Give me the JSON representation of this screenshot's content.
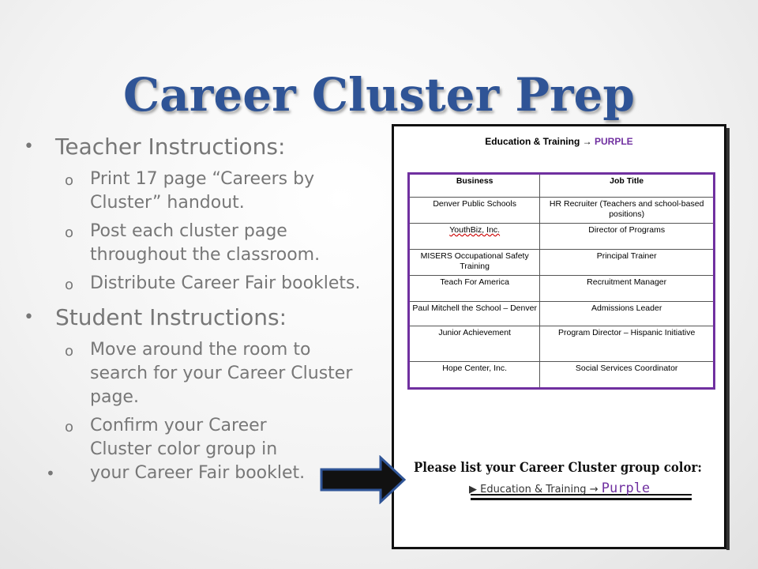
{
  "slide": {
    "title": "Career Cluster Prep",
    "teacher_heading": "Teacher Instructions:",
    "teacher_items": [
      "Print 17 page “Careers by Cluster” handout.",
      "Post each cluster page throughout the classroom.",
      "Distribute Career Fair booklets."
    ],
    "student_heading": "Student Instructions:",
    "student_items": [
      "Move around the room to search for your Career Cluster page.",
      "Confirm your Career Cluster color group in"
    ],
    "extra_bullet": "your Career Fair booklet.",
    "bullet_glyph": "•",
    "sub_bullet_glyph": "o",
    "text_color": "#777777",
    "title_color": "#2f5496"
  },
  "document": {
    "title_text": "Education & Training",
    "title_arrow": "→",
    "title_color_word": "PURPLE",
    "accent_color": "#7030a0",
    "table": {
      "headers": [
        "Business",
        "Job Title"
      ],
      "rows": [
        [
          "Denver Public Schools",
          "HR Recruiter (Teachers and school-based positions)"
        ],
        [
          "YouthBiz, Inc.",
          "Director of Programs"
        ],
        [
          "MISERS Occupational Safety Training",
          "Principal Trainer"
        ],
        [
          "Teach For America",
          "Recruitment Manager"
        ],
        [
          "Paul Mitchell the School – Denver",
          "Admissions Leader"
        ],
        [
          "Junior Achievement",
          "Program Director – Hispanic Initiative"
        ],
        [
          "Hope Center, Inc.",
          "Social Services Coordinator"
        ]
      ]
    },
    "prompt": "Please list your Career Cluster group color:",
    "answer_text": "Education & Training",
    "answer_arrow": "→",
    "answer_color": "Purple"
  }
}
